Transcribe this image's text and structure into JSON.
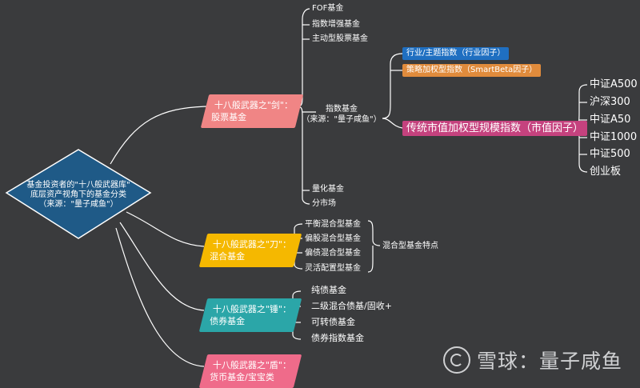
{
  "root": {
    "lines": [
      "基金投资者的\"十八般武器库\"",
      "底层资产视角下的基金分类",
      "（来源：\"量子咸鱼\"）"
    ]
  },
  "branches": [
    {
      "lines": [
        "十八般武器之\"剑\"：",
        "股票基金"
      ],
      "color": "#f08585"
    },
    {
      "lines": [
        "十八般武器之\"刀\"：",
        "混合基金"
      ],
      "color": "#f5b800"
    },
    {
      "lines": [
        "十八般武器之\"锤\"：",
        "债券基金"
      ],
      "color": "#2ba6a8"
    },
    {
      "lines": [
        "十八般武器之\"盾\"：",
        "货币基金/宝宝类"
      ],
      "color": "#ef6b8a"
    }
  ],
  "stock": {
    "items": [
      "FOF基金",
      "指数增强基金",
      "主动型股票基金",
      "量化基金",
      "分市场"
    ],
    "index_fund": [
      "指数基金",
      "（来源：\"量子咸鱼\"）"
    ],
    "index_types": [
      {
        "label": "行业/主题指数（行业因子）",
        "color": "#1f6fc1"
      },
      {
        "label": "策略加权型指数（SmartBeta因子）",
        "color": "#e08b3c"
      },
      {
        "label": "传统市值加权型规模指数（市值因子）",
        "color": "#c5427e"
      }
    ],
    "size_indices": [
      "中证A500",
      "沪深300",
      "中证A50",
      "中证1000",
      "中证500",
      "创业板"
    ]
  },
  "mixed": {
    "items": [
      "平衡混合型基金",
      "偏股混合型基金",
      "偏债混合型基金",
      "灵活配置型基金"
    ],
    "feature": "混合型基金特点"
  },
  "bond": {
    "items": [
      "纯债基金",
      "二级混合债基/固收+",
      "可转债基金",
      "债券指数基金"
    ]
  },
  "watermark": {
    "brand": "雪球",
    "sep": "：",
    "author": "量子咸鱼"
  }
}
